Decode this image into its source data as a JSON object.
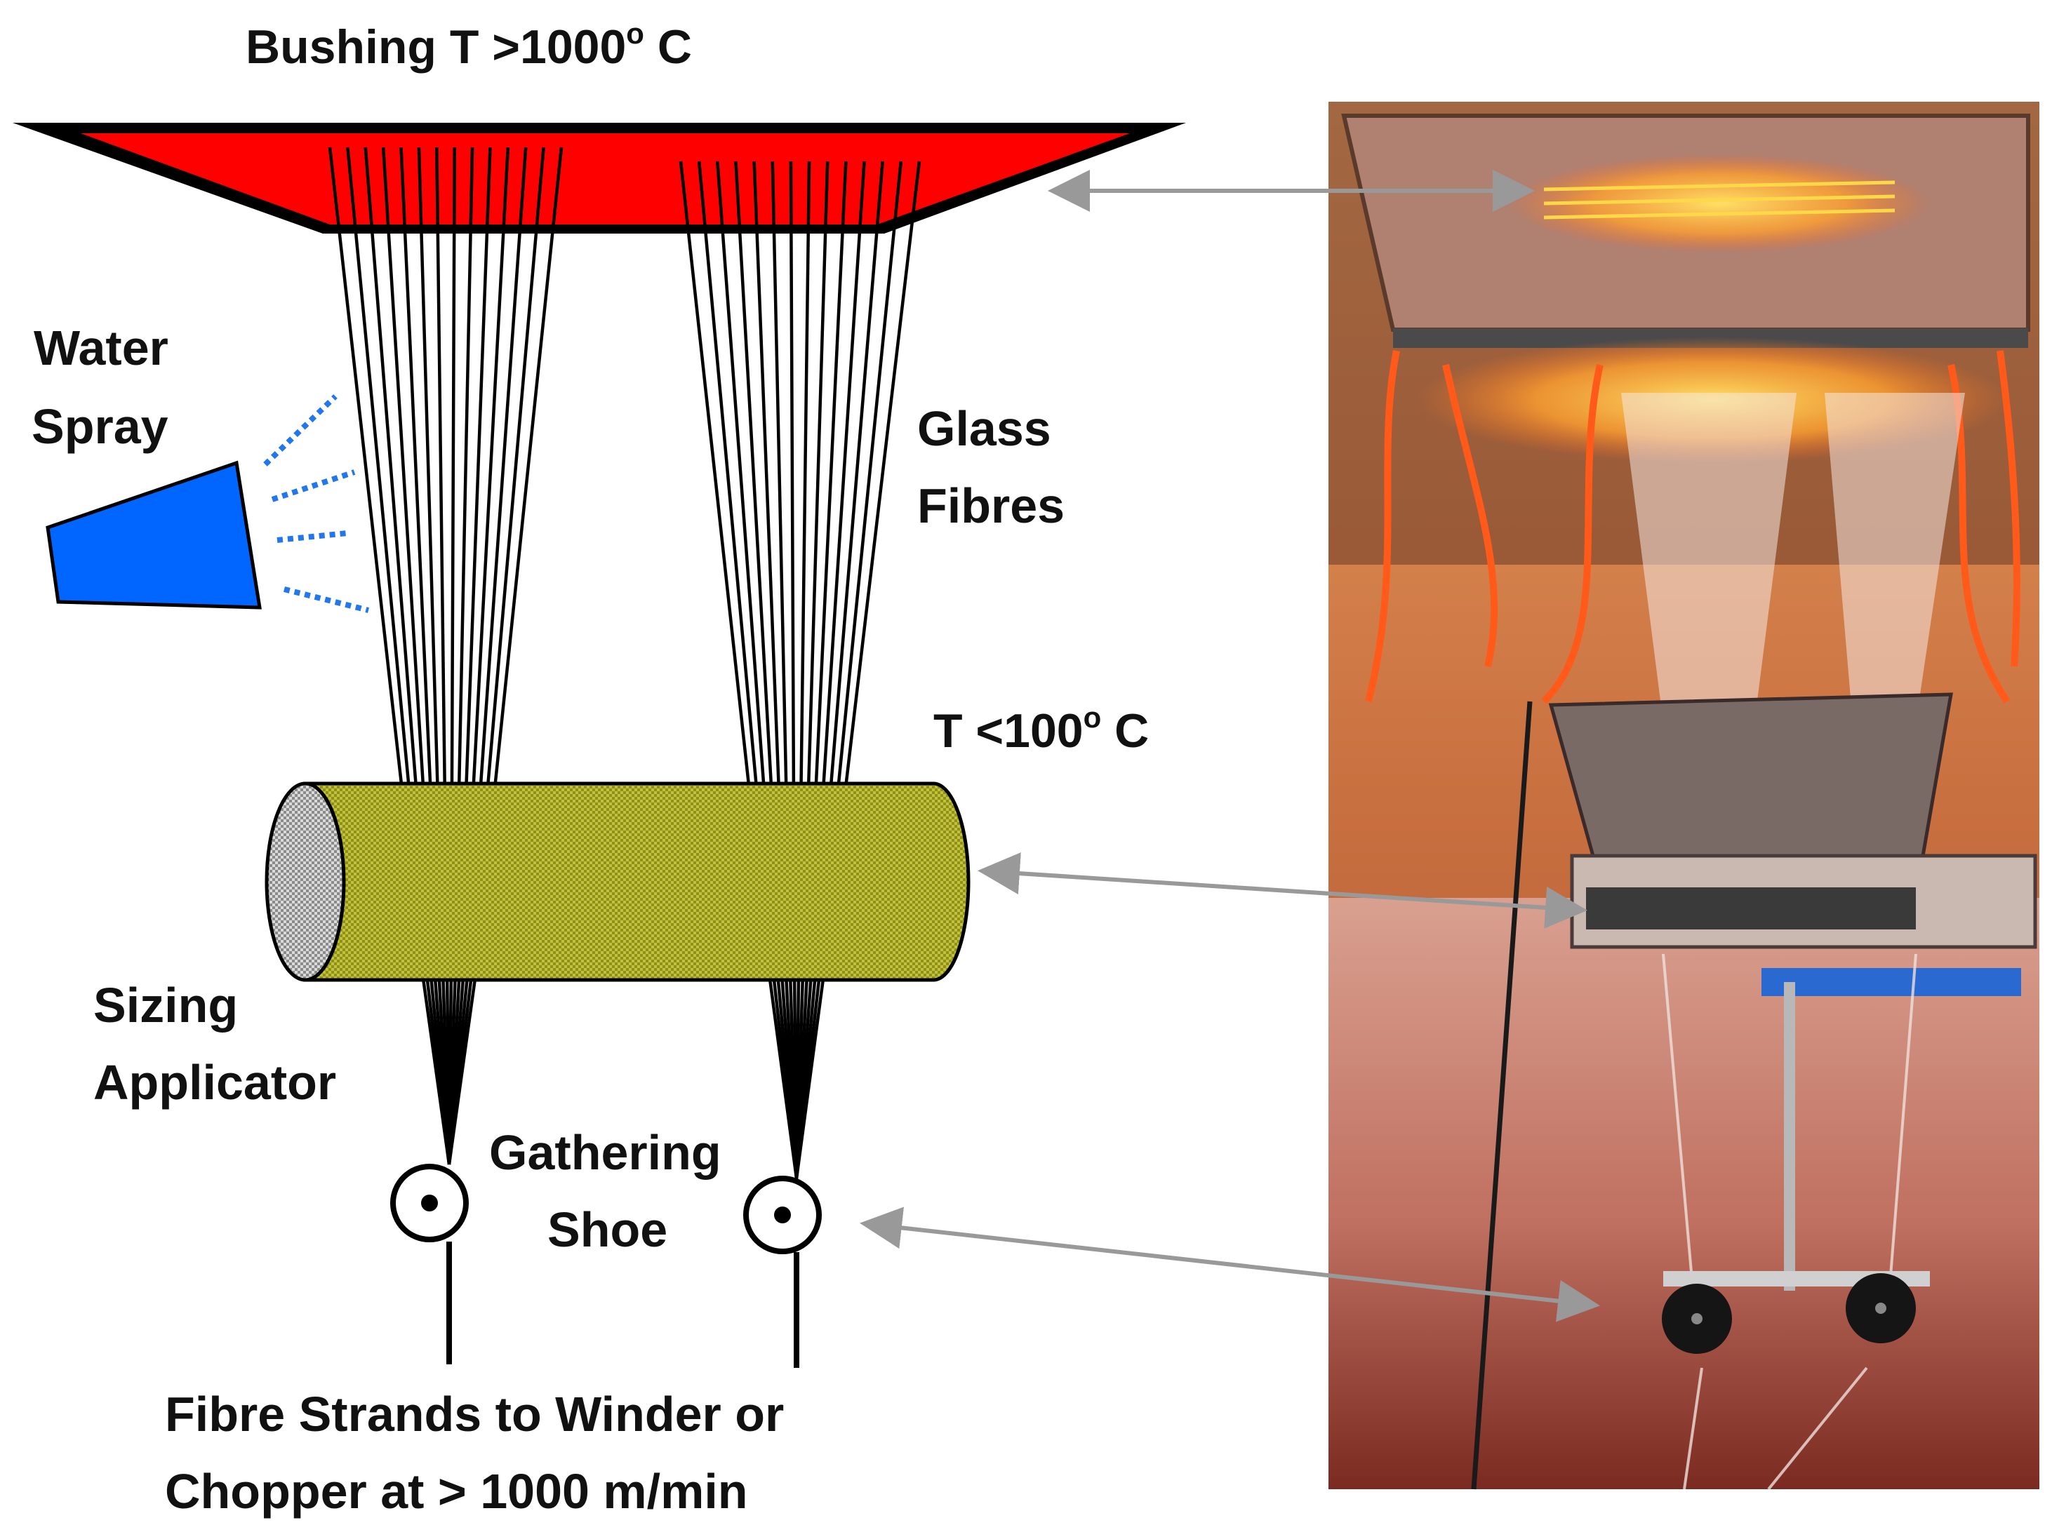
{
  "labels": {
    "bushing_main": "Bushing T >1000",
    "bushing_sup": "o",
    "bushing_unit": " C",
    "water_line1": "Water",
    "water_line2": "Spray",
    "glass_line1": "Glass",
    "glass_line2": "Fibres",
    "temp_main": "T <100",
    "temp_sup": "o",
    "temp_unit": " C",
    "sizing_line1": "Sizing",
    "sizing_line2": "Applicator",
    "gathering_line1": "Gathering",
    "gathering_line2": "Shoe",
    "bottom_line1": "Fibre Strands to Winder or",
    "bottom_line2": "Chopper at > 1000 m/min"
  },
  "colors": {
    "bushing_fill": "#ff0000",
    "spray_nozzle": "#0066ff",
    "spray_dots": "#2277ee",
    "sizing_roller": "#b3b32a",
    "arrow": "#999999",
    "fibre": "#000000"
  }
}
